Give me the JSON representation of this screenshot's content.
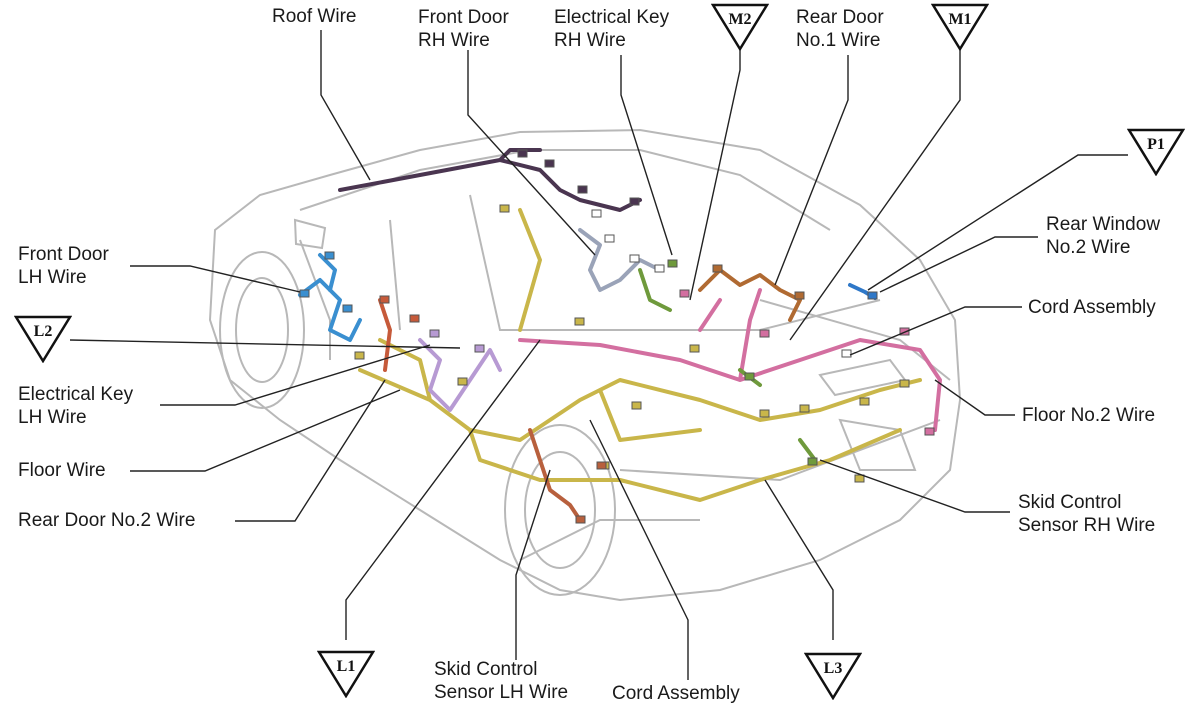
{
  "colors": {
    "outline": "#b8b8b8",
    "leader": "#222222",
    "floor_wire": "#c9b64a",
    "floor_no2_wire": "#d36fa0",
    "door_lh_wire": "#3a8fd0",
    "roof_wire": "#4a3550",
    "key_rh_wire": "#9aa3b8",
    "key_lh_wire": "#b79ad3",
    "door_rear1_wire": "#b06a32",
    "skid_wire": "#b8603d",
    "green_parts": "#6f9a3c",
    "rear_window_wire": "#2f78c8"
  },
  "labels": {
    "roof_wire": "Roof Wire",
    "front_door_rh": [
      "Front Door",
      "RH Wire"
    ],
    "electrical_key_rh": [
      "Electrical Key",
      "RH Wire"
    ],
    "rear_door_no1": [
      "Rear Door",
      "No.1 Wire"
    ],
    "rear_window_no2": [
      "Rear Window",
      "No.2 Wire"
    ],
    "cord_assembly_right": "Cord Assembly",
    "floor_no2_wire": "Floor No.2 Wire",
    "skid_control_rh": [
      "Skid Control",
      "Sensor RH Wire"
    ],
    "front_door_lh": [
      "Front Door",
      "LH Wire"
    ],
    "electrical_key_lh": [
      "Electrical Key",
      "LH Wire"
    ],
    "floor_wire": "Floor Wire",
    "rear_door_no2": "Rear Door No.2 Wire",
    "skid_control_lh": [
      "Skid Control",
      "Sensor LH Wire"
    ],
    "cord_assembly_bottom": "Cord Assembly"
  },
  "markers": {
    "m2": "M2",
    "m1": "M1",
    "p1": "P1",
    "l2": "L2",
    "l1": "L1",
    "l3": "L3"
  }
}
